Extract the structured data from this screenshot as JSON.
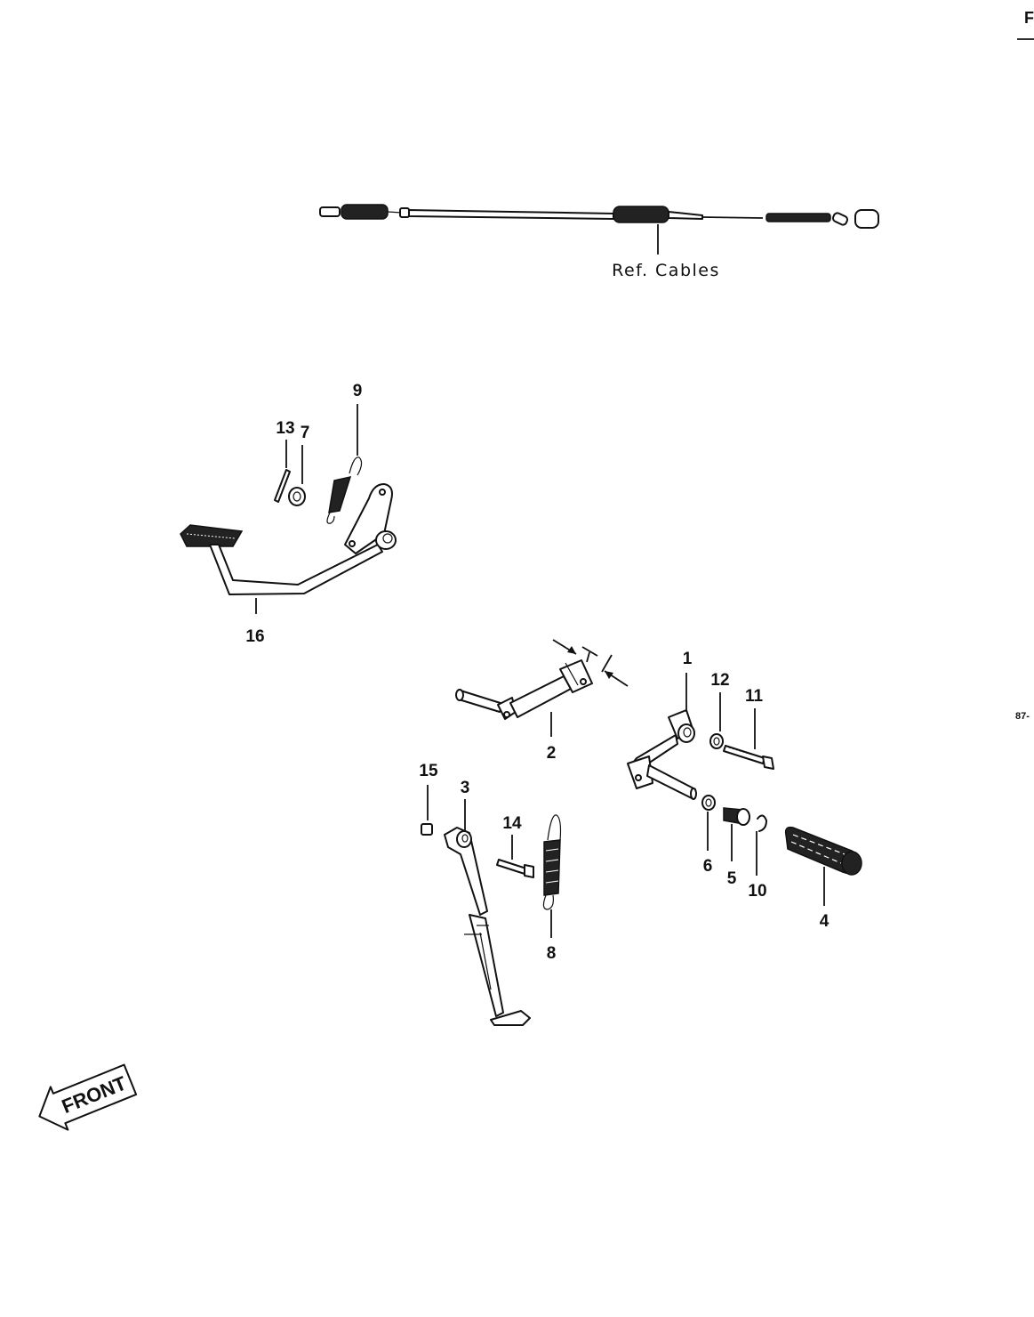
{
  "corner": {
    "letter": "F",
    "side_code": "87-"
  },
  "ref_label": "Ref. Cables",
  "front_label": "FRONT",
  "part_numbers": {
    "n1": "1",
    "n2": "2",
    "n3": "3",
    "n4": "4",
    "n5": "5",
    "n6": "6",
    "n7": "7",
    "n8": "8",
    "n9": "9",
    "n10": "10",
    "n11": "11",
    "n12": "12",
    "n13": "13",
    "n14": "14",
    "n15": "15",
    "n16": "16"
  }
}
